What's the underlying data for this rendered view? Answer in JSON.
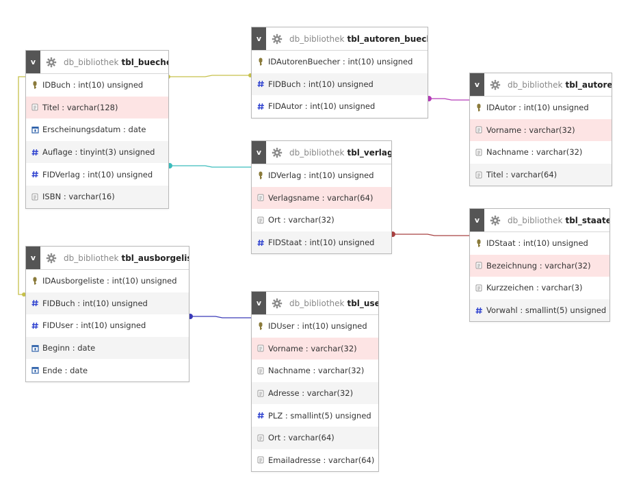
{
  "colors": {
    "buecher_autorenbuecher": "#c6c04a",
    "autorenbuecher_autoren": "#b53ab8",
    "buecher_verlage": "#3bbcbc",
    "verlage_staaten": "#a84040",
    "buecher_ausborgeliste": "#c6c04a",
    "ausborgeliste_user": "#3a3ab8",
    "key_icon": "#8a7a3a",
    "hash_icon": "#2b3fcf",
    "date_icon": "#2b5fa8",
    "text_icon": "#9a9a9a"
  },
  "tables": [
    {
      "id": "tbl_buecher",
      "db": "db_bibliothek",
      "name": "tbl_buecher",
      "toggle": "v",
      "fields": [
        {
          "text": "IDBuch : int(10) unsigned",
          "icon": "key-icon"
        },
        {
          "text": "Titel : varchar(128)",
          "icon": "text-field-icon"
        },
        {
          "text": "Erscheinungsdatum : date",
          "icon": "date-icon"
        },
        {
          "text": "Auflage : tinyint(3) unsigned",
          "icon": "hash-icon"
        },
        {
          "text": "FIDVerlag : int(10) unsigned",
          "icon": "hash-icon"
        },
        {
          "text": "ISBN : varchar(16)",
          "icon": "text-field-icon"
        }
      ]
    },
    {
      "id": "tbl_autoren_buecher",
      "db": "db_bibliothek",
      "name": "tbl_autoren_buecher",
      "toggle": "v",
      "fields": [
        {
          "text": "IDAutorenBuecher : int(10) unsigned",
          "icon": "key-icon"
        },
        {
          "text": "FIDBuch : int(10) unsigned",
          "icon": "hash-icon"
        },
        {
          "text": "FIDAutor : int(10) unsigned",
          "icon": "hash-icon"
        }
      ]
    },
    {
      "id": "tbl_autoren",
      "db": "db_bibliothek",
      "name": "tbl_autoren",
      "toggle": "v",
      "fields": [
        {
          "text": "IDAutor : int(10) unsigned",
          "icon": "key-icon"
        },
        {
          "text": "Vorname : varchar(32)",
          "icon": "text-field-icon"
        },
        {
          "text": "Nachname : varchar(32)",
          "icon": "text-field-icon"
        },
        {
          "text": "Titel : varchar(64)",
          "icon": "text-field-icon"
        }
      ]
    },
    {
      "id": "tbl_verlage",
      "db": "db_bibliothek",
      "name": "tbl_verlage",
      "toggle": "v",
      "fields": [
        {
          "text": "IDVerlag : int(10) unsigned",
          "icon": "key-icon"
        },
        {
          "text": "Verlagsname : varchar(64)",
          "icon": "text-field-icon"
        },
        {
          "text": "Ort : varchar(32)",
          "icon": "text-field-icon"
        },
        {
          "text": "FIDStaat : int(10) unsigned",
          "icon": "hash-icon"
        }
      ]
    },
    {
      "id": "tbl_staaten",
      "db": "db_bibliothek",
      "name": "tbl_staaten",
      "toggle": "v",
      "fields": [
        {
          "text": "IDStaat : int(10) unsigned",
          "icon": "key-icon"
        },
        {
          "text": "Bezeichnung : varchar(32)",
          "icon": "text-field-icon"
        },
        {
          "text": "Kurzzeichen : varchar(3)",
          "icon": "text-field-icon"
        },
        {
          "text": "Vorwahl : smallint(5) unsigned",
          "icon": "hash-icon"
        }
      ]
    },
    {
      "id": "tbl_ausborgeliste",
      "db": "db_bibliothek",
      "name": "tbl_ausborgeliste",
      "toggle": "v",
      "fields": [
        {
          "text": "IDAusborgeliste : int(10) unsigned",
          "icon": "key-icon"
        },
        {
          "text": "FIDBuch : int(10) unsigned",
          "icon": "hash-icon"
        },
        {
          "text": "FIDUser : int(10) unsigned",
          "icon": "hash-icon"
        },
        {
          "text": "Beginn : date",
          "icon": "date-icon"
        },
        {
          "text": "Ende : date",
          "icon": "date-icon"
        }
      ]
    },
    {
      "id": "tbl_user",
      "db": "db_bibliothek",
      "name": "tbl_user",
      "toggle": "v",
      "fields": [
        {
          "text": "IDUser : int(10) unsigned",
          "icon": "key-icon"
        },
        {
          "text": "Vorname : varchar(32)",
          "icon": "text-field-icon"
        },
        {
          "text": "Nachname : varchar(32)",
          "icon": "text-field-icon"
        },
        {
          "text": "Adresse : varchar(32)",
          "icon": "text-field-icon"
        },
        {
          "text": "PLZ : smallint(5) unsigned",
          "icon": "hash-icon"
        },
        {
          "text": "Ort : varchar(64)",
          "icon": "text-field-icon"
        },
        {
          "text": "Emailadresse : varchar(64)",
          "icon": "text-field-icon"
        }
      ]
    }
  ]
}
